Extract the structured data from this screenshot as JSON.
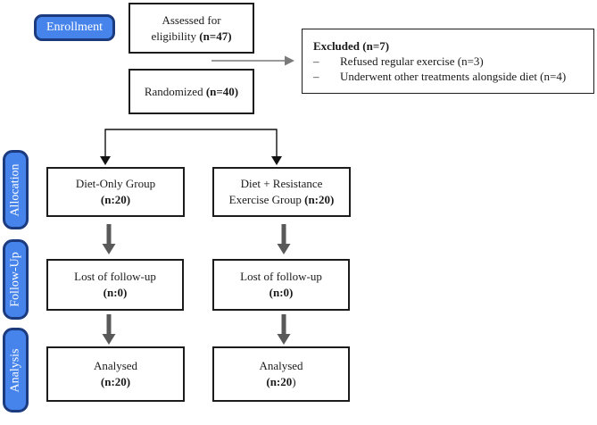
{
  "diagram": {
    "stages": {
      "enrollment": "Enrollment",
      "allocation": "Allocation",
      "follow_up": "Follow-Up",
      "analysis": "Analysis"
    },
    "boxes": {
      "assessed": {
        "line1": "Assessed for",
        "line2_text": "eligibility ",
        "line2_bold": "(n=47)"
      },
      "randomized": {
        "text": "Randomized ",
        "bold": "(n=40)"
      },
      "excluded": {
        "title": "Excluded (n=7)",
        "items": [
          {
            "bullet": "–",
            "text": "Refused regular exercise (n=3)"
          },
          {
            "bullet": "–",
            "text": "Underwent other treatments alongside diet (n=4)"
          }
        ]
      },
      "diet_only": {
        "line1": "Diet-Only Group",
        "line2_bold": "(n:20)"
      },
      "diet_exercise": {
        "line1": "Diet + Resistance",
        "line2_text": "Exercise Group ",
        "line2_bold": "(n:20)"
      },
      "lost_left": {
        "line1": "Lost of follow-up",
        "line2_bold": "(n:0)"
      },
      "lost_right": {
        "line1": "Lost of follow-up",
        "line2_bold": "(n:0)"
      },
      "analysed_left": {
        "line1": "Analysed",
        "line2_bold": "(n:20)"
      },
      "analysed_right": {
        "line1": "Analysed",
        "line2_bold": "(n:20",
        "line2_tail": ")"
      }
    },
    "colors": {
      "stage_fill": "#4684ec",
      "stage_border": "#1c3b7e",
      "box_border": "#1c1c1c",
      "thick_arrow_gray": "#595959",
      "thin_arrow_gray": "#7a7a7a",
      "branch_black": "#111111"
    }
  }
}
